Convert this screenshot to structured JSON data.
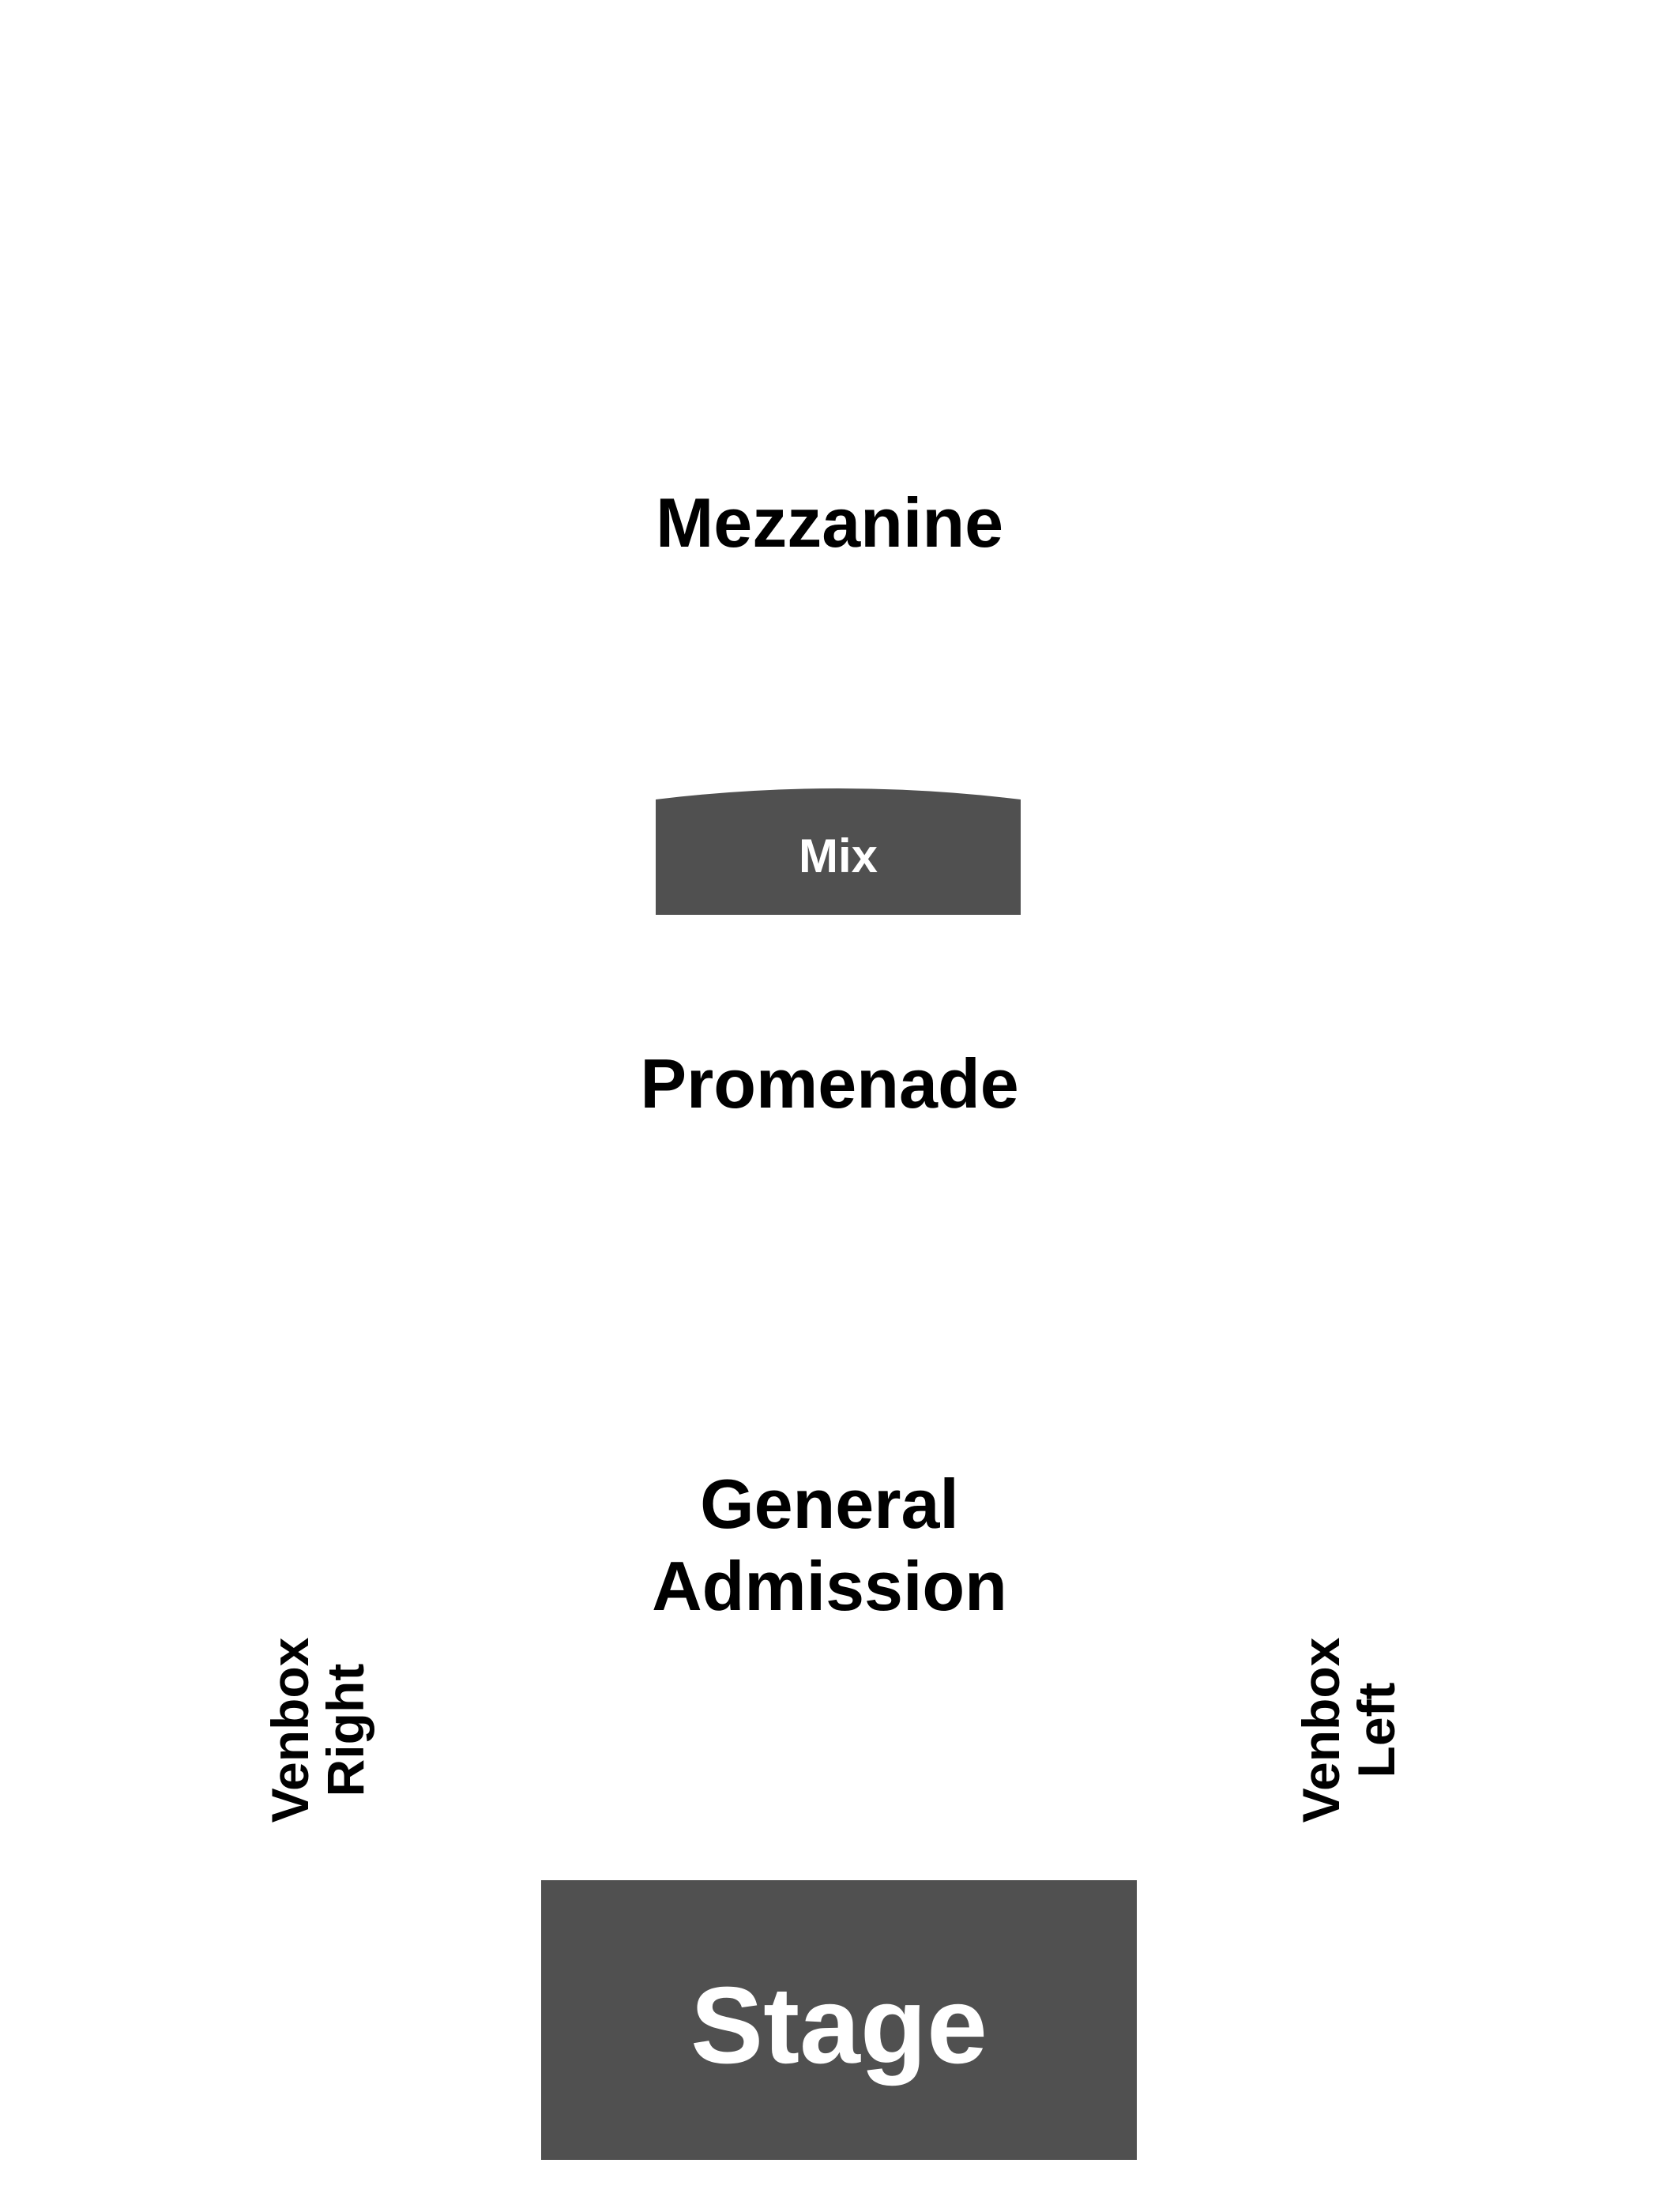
{
  "map": {
    "sections": {
      "mezzanine": "Mezzanine",
      "mix": "Mix",
      "promenade": "Promenade",
      "general_admission": [
        "General",
        "Admission"
      ],
      "venbox_right": [
        "Venbox",
        "Right"
      ],
      "venbox_left": [
        "Venbox",
        "Left"
      ],
      "stage": "Stage"
    },
    "colors": {
      "block_fill": "#505050",
      "block_text": "#ffffff",
      "label_text": "#000000",
      "background": "#ffffff"
    }
  }
}
